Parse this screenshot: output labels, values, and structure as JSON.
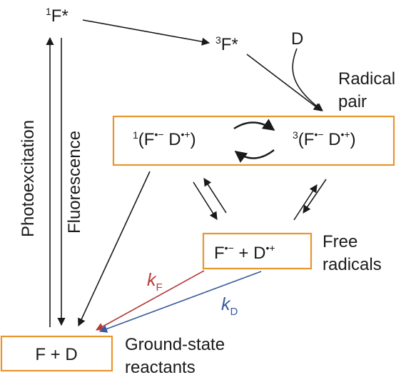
{
  "states": {
    "singlet_excited": {
      "sup": "1",
      "base": "F*"
    },
    "triplet_excited": {
      "sup": "3",
      "base": "F*"
    },
    "donor": "D",
    "radical_pair_label": {
      "line1": "Radical",
      "line2": "pair"
    },
    "rp_singlet": {
      "pre": "1",
      "open": "(F",
      "f_sup": "•−",
      "mid": " D",
      "d_sup": "•+",
      "close": ")"
    },
    "rp_triplet": {
      "pre": "3",
      "open": "(F",
      "f_sup": "•−",
      "mid": " D",
      "d_sup": "•+",
      "close": ")"
    },
    "free_radicals_box": {
      "f": "F",
      "f_sup": "•−",
      "mid": " + D",
      "d_sup": "•+"
    },
    "free_radicals_label": {
      "line1": "Free",
      "line2": "radicals"
    },
    "ground_box": "F + D",
    "ground_label": {
      "line1": "Ground-state",
      "line2": "reactants"
    }
  },
  "processes": {
    "photoexcitation": "Photoexcitation",
    "fluorescence": "Fluorescence"
  },
  "rates": {
    "kF": {
      "k": "k",
      "sub": "F"
    },
    "kD": {
      "k": "k",
      "sub": "D"
    }
  },
  "colors": {
    "box_border": "#e8962e",
    "kF_arrow": "#b83a3a",
    "kD_arrow": "#3a5a9c",
    "line": "#1a1a1a"
  }
}
